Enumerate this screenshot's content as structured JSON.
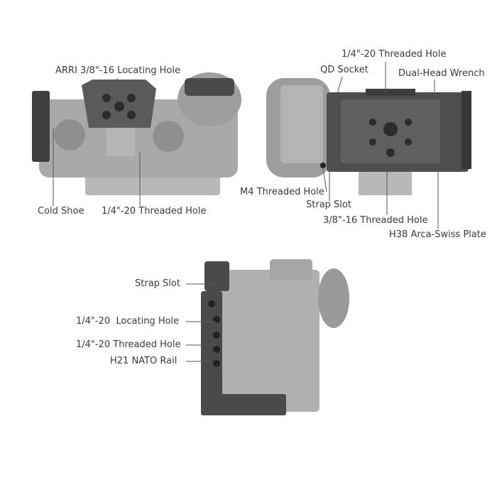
{
  "colors": {
    "label": "#3a3a3a",
    "cage": "#4a4a4c",
    "camera": "#a8a8a8",
    "leader": "#555555"
  },
  "views": {
    "top": {
      "labels": {
        "arri": "ARRI 3/8\"-16 Locating Hole",
        "cold_shoe": "Cold Shoe",
        "threaded": "1/4\"-20 Threaded Hole"
      }
    },
    "bottom": {
      "labels": {
        "threaded_top": "1/4\"-20 Threaded Hole",
        "qd": "QD Socket",
        "wrench": "Dual-Head Wrench",
        "m4": "M4 Threaded Hole",
        "strap": "Strap Slot",
        "threaded_38": "3/8\"-16 Threaded Hole",
        "arca": "H38 Arca-Swiss Plate"
      }
    },
    "side": {
      "labels": {
        "strap": "Strap Slot",
        "locating": "1/4\"-20  Locating Hole",
        "threaded": "1/4\"-20 Threaded Hole",
        "nato": "H21 NATO Rail"
      }
    }
  }
}
